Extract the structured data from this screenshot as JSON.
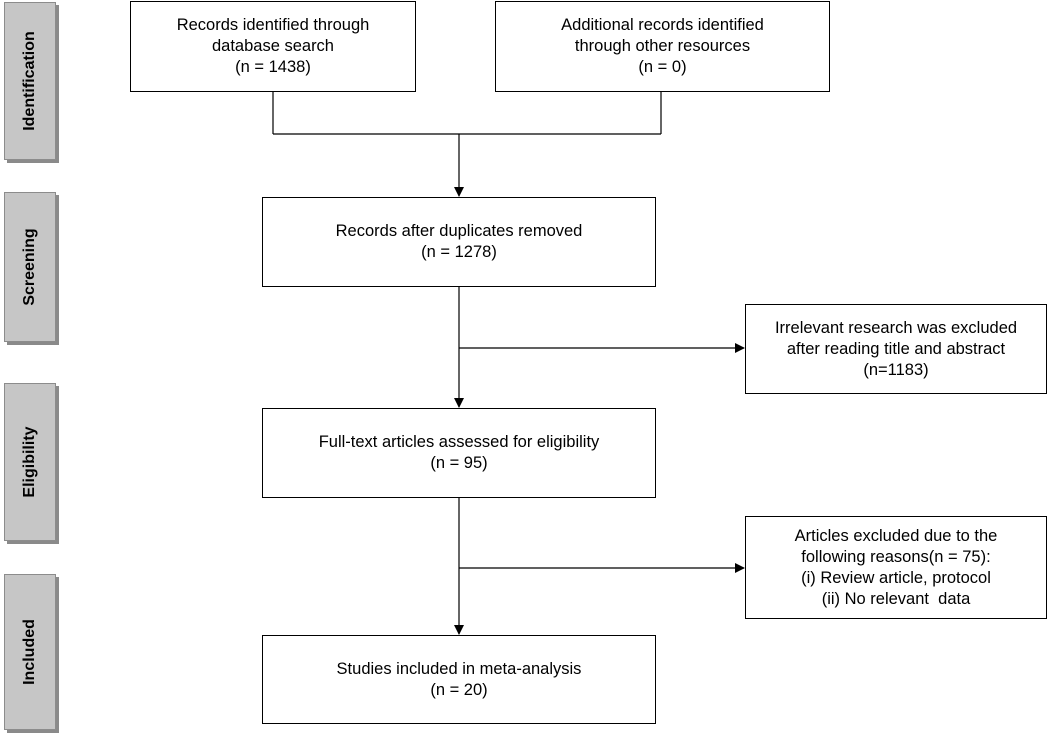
{
  "stages": {
    "identification": "Identification",
    "screening": "Screening",
    "eligibility": "Eligibility",
    "included": "Included"
  },
  "boxes": {
    "database": [
      "Records identified through",
      "database search",
      "(n = 1438)"
    ],
    "other": [
      "Additional records identified",
      "through other resources",
      "(n = 0)"
    ],
    "duplicates": [
      "Records after duplicates removed",
      "(n = 1278)"
    ],
    "irrelevant": [
      "Irrelevant research was excluded",
      "after reading title and abstract",
      "(n=1183)"
    ],
    "fulltext": [
      "Full-text articles assessed for eligibility",
      "(n = 95)"
    ],
    "excluded": [
      "Articles excluded due to the",
      "following reasons(n = 75):",
      "(i) Review article, protocol",
      "(ii) No relevant  data"
    ],
    "included": [
      "Studies included in meta-analysis",
      "(n = 20)"
    ]
  }
}
